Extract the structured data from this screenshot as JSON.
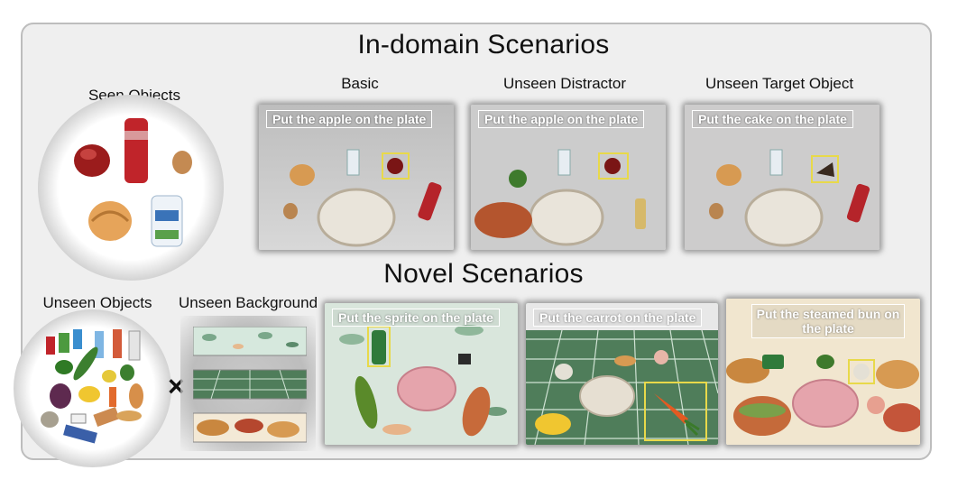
{
  "titles": {
    "in_domain": "In-domain Scenarios",
    "novel": "Novel Scenarios"
  },
  "labels": {
    "seen_objects": "Seen Objects",
    "basic": "Basic",
    "unseen_distractor": "Unseen Distractor",
    "unseen_target": "Unseen Target Object",
    "unseen_objects": "Unseen Objects",
    "unseen_background": "Unseen Background",
    "times": "×"
  },
  "captions": {
    "basic": "Put the apple on the plate",
    "distractor": "Put the apple on the plate",
    "target": "Put the cake on the plate",
    "sprite": "Put the sprite on the plate",
    "carrot": "Put the carrot on the plate",
    "bun": "Put the steamed bun on the plate"
  },
  "colors": {
    "highlight_box": "#e8d94a",
    "panel_bg": "#efefef",
    "panel_border": "#bdbdbd",
    "green_table": "#4f7d5a",
    "red_can": "#c0242a"
  }
}
